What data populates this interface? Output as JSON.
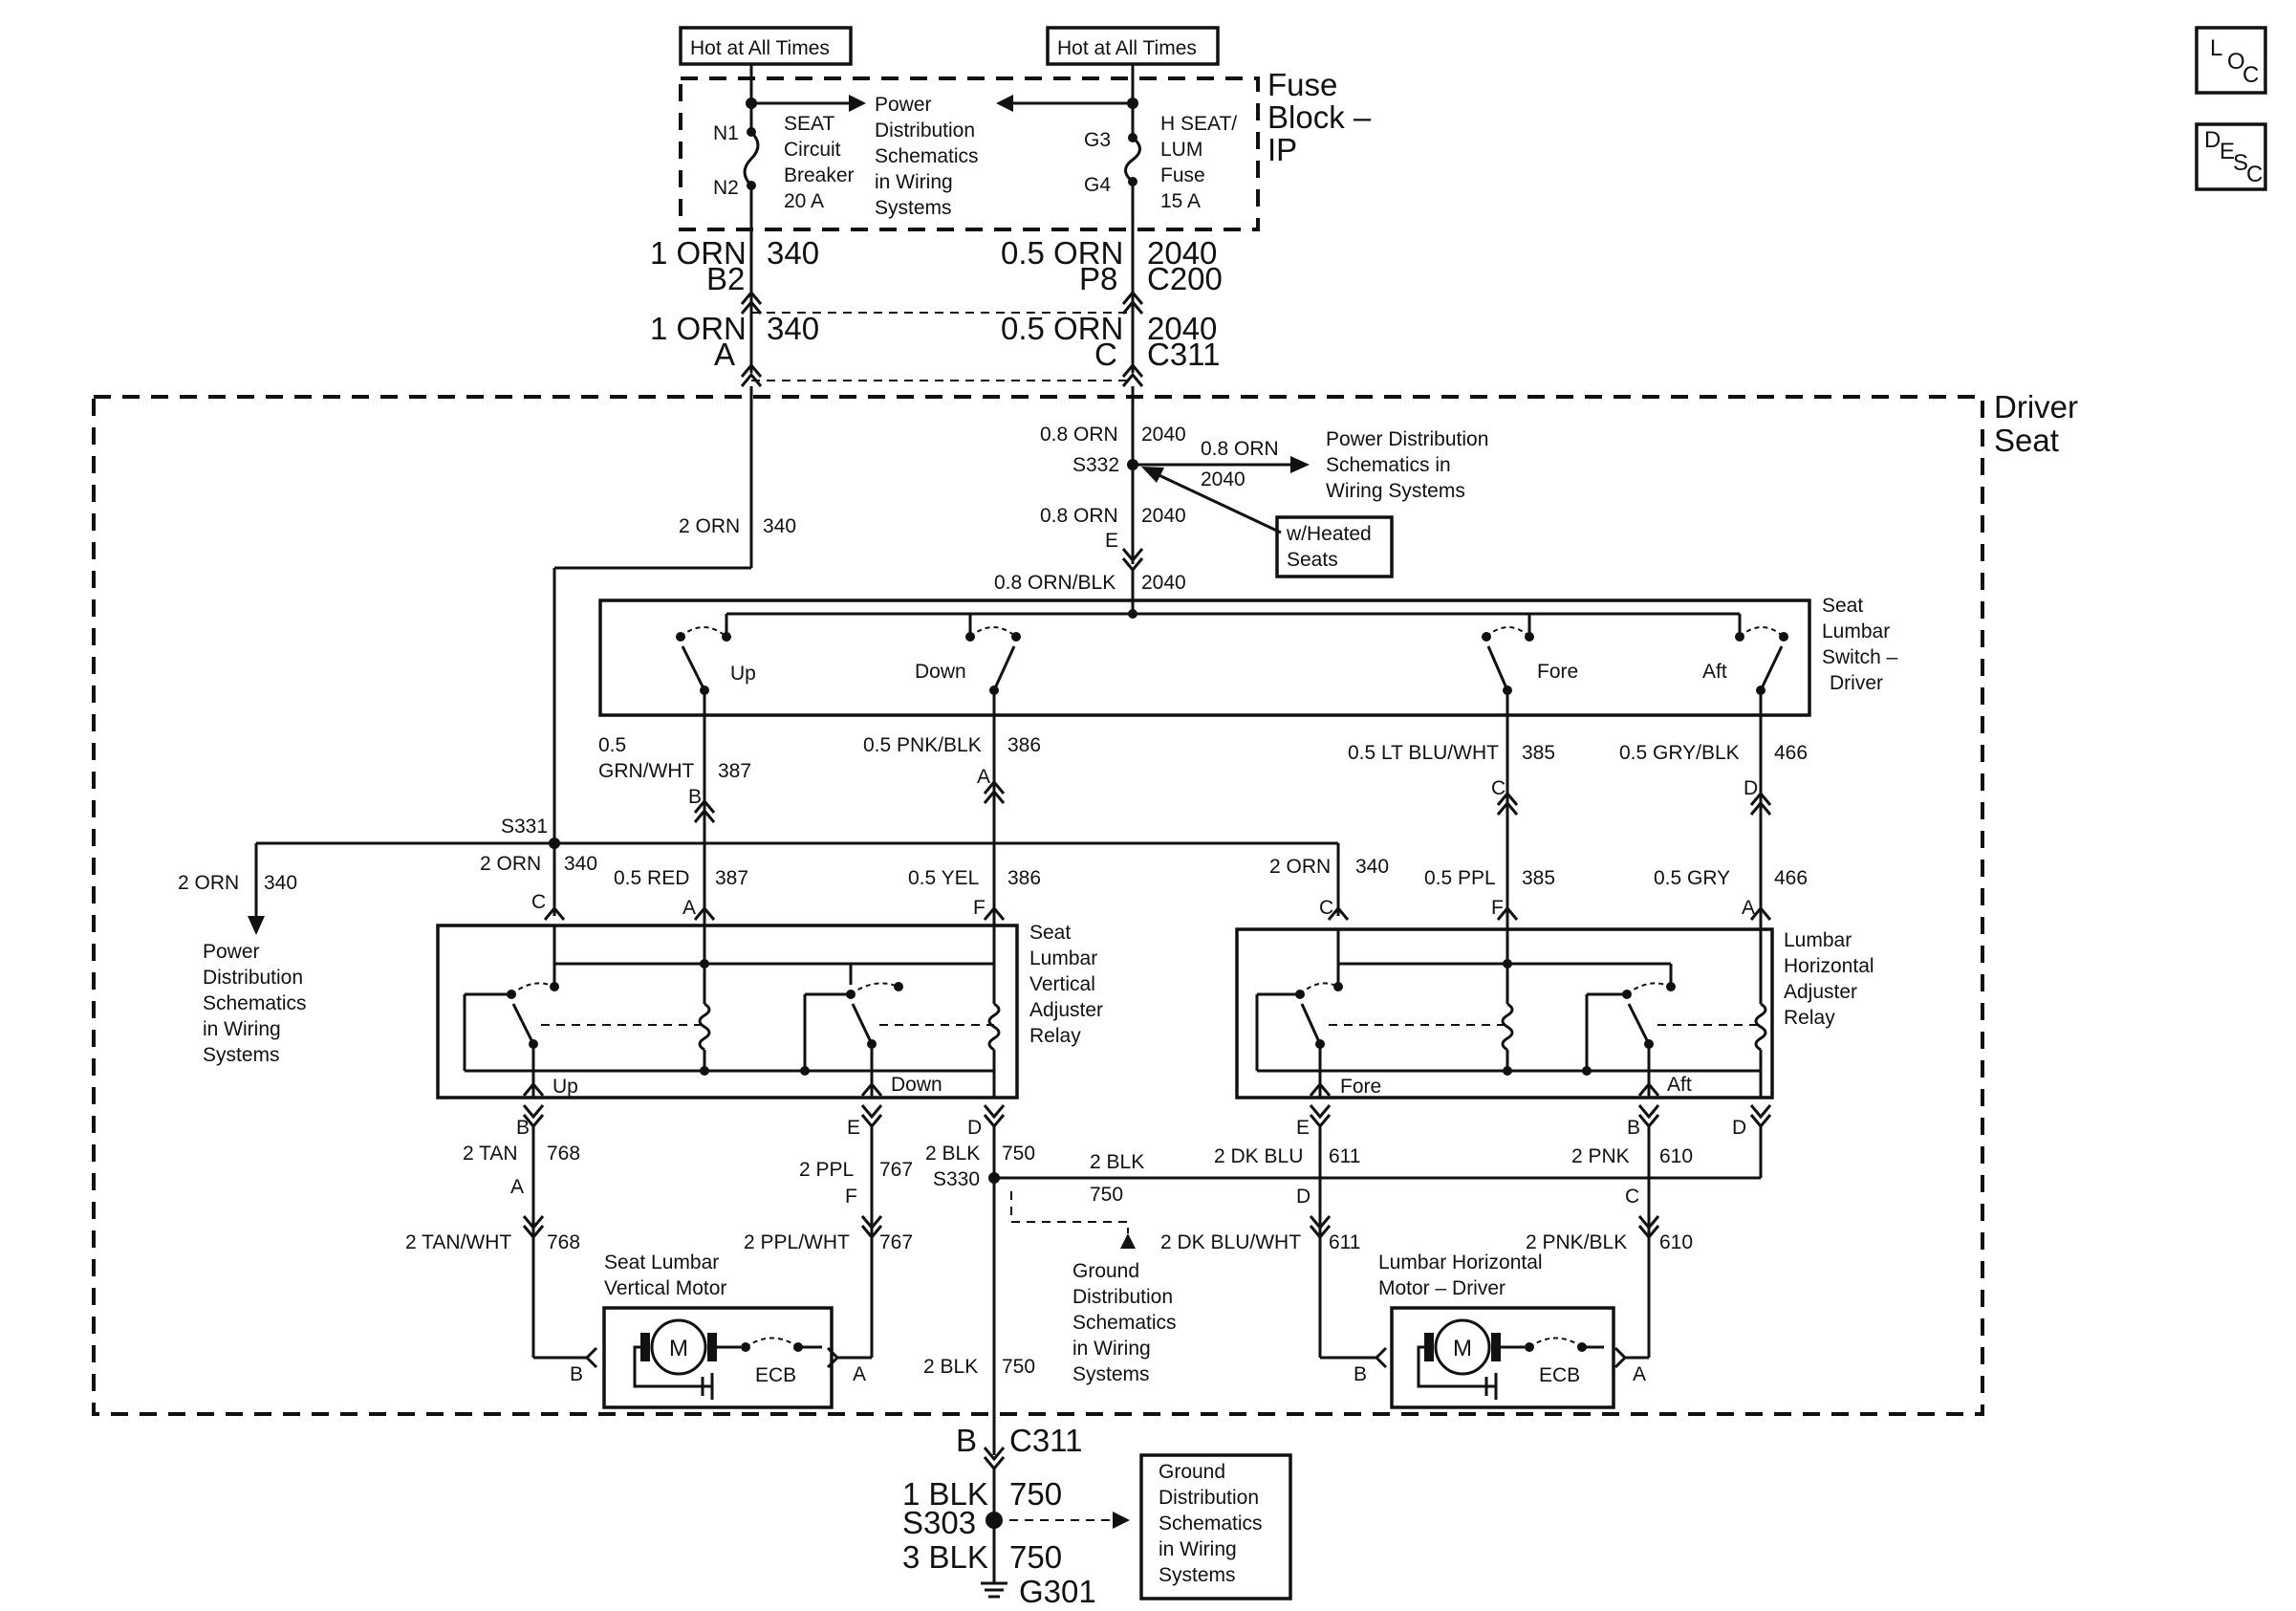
{
  "top": {
    "hot_left": "Hot at All Times",
    "hot_right": "Hot at All Times",
    "fuse_block": [
      "Fuse",
      "Block –",
      "IP"
    ],
    "breaker": [
      "SEAT",
      "Circuit",
      "Breaker",
      "20 A"
    ],
    "breaker_pins": [
      "N1",
      "N2"
    ],
    "fuse": [
      "H SEAT/",
      "LUM",
      "Fuse",
      "15 A"
    ],
    "fuse_pins": [
      "G3",
      "G4"
    ],
    "pd_ref": [
      "Power",
      "Distribution",
      "Schematics",
      "in Wiring",
      "Systems"
    ]
  },
  "connectors": {
    "c200_left_wire": "1 ORN",
    "c200_left_circuit": "340",
    "c200_left_pin": "B2",
    "c200_right_wire": "0.5 ORN",
    "c200_right_circuit": "2040",
    "c200_right_pin": "P8",
    "c200_name": "C200",
    "c311_left_wire": "1 ORN",
    "c311_left_circuit": "340",
    "c311_left_pin": "A",
    "c311_right_wire": "0.5 ORN",
    "c311_right_circuit": "2040",
    "c311_right_pin": "C",
    "c311_name": "C311"
  },
  "driver_seat": [
    "Driver",
    "Seat"
  ],
  "splice_s332": {
    "w1": "0.8 ORN",
    "c1": "2040",
    "name": "S332",
    "branch_wire": "0.8 ORN",
    "branch_circuit": "2040",
    "pd_ref": [
      "Power Distribution",
      "Schematics in",
      "Wiring Systems"
    ],
    "w2": "0.8 ORN",
    "c2": "2040",
    "pin": "E",
    "heated": [
      "w/Heated",
      "Seats"
    ],
    "w3": "0.8 ORN/BLK",
    "c3": "2040"
  },
  "feed": {
    "wire": "2 ORN",
    "circuit": "340"
  },
  "switch": {
    "name": [
      "Seat",
      "Lumbar",
      "Switch –",
      "Driver"
    ],
    "up": "Up",
    "down": "Down",
    "fore": "Fore",
    "aft": "Aft"
  },
  "switch_outputs": {
    "o1_wire": [
      "0.5",
      "GRN/WHT"
    ],
    "o1_circuit": "387",
    "o1_pin": "B",
    "o2_wire": "0.5 PNK/BLK",
    "o2_circuit": "386",
    "o2_pin": "A",
    "o3_wire": "0.5 LT BLU/WHT",
    "o3_circuit": "385",
    "o3_pin": "C",
    "o4_wire": "0.5 GRY/BLK",
    "o4_circuit": "466",
    "o4_pin": "D"
  },
  "bus": {
    "s331": "S331",
    "left_wire": "2 ORN",
    "left_circuit": "340",
    "pd_ref": [
      "Power",
      "Distribution",
      "Schematics",
      "in Wiring",
      "Systems"
    ],
    "vr_feed_wire": "2 ORN",
    "vr_feed_circuit": "340",
    "vr_feed_pin": "C",
    "vr_a_wire": "0.5 RED",
    "vr_a_circuit": "387",
    "vr_a_pin": "A",
    "vr_f_wire": "0.5 YEL",
    "vr_f_circuit": "386",
    "vr_f_pin": "F",
    "hr_feed_wire": "2 ORN",
    "hr_feed_circuit": "340",
    "hr_feed_pin": "C",
    "hr_f_wire": "0.5 PPL",
    "hr_f_circuit": "385",
    "hr_f_pin": "F",
    "hr_a_wire": "0.5 GRY",
    "hr_a_circuit": "466",
    "hr_a_pin": "A"
  },
  "vertical_relay": {
    "name": [
      "Seat",
      "Lumbar",
      "Vertical",
      "Adjuster",
      "Relay"
    ],
    "up": "Up",
    "down": "Down"
  },
  "horizontal_relay": {
    "name": [
      "Lumbar",
      "Horizontal",
      "Adjuster",
      "Relay"
    ],
    "fore": "Fore",
    "aft": "Aft"
  },
  "lower_left": {
    "pin_b": "B",
    "wire1": "2 TAN",
    "circuit1": "768",
    "pin_a": "A",
    "wire2": "2 TAN/WHT",
    "circuit2": "768",
    "pin_e": "E",
    "wire3": "2 PPL",
    "circuit3": "767",
    "pin_f": "F",
    "wire4": "2 PPL/WHT",
    "circuit4": "767",
    "pin_d": "D",
    "gnd_wire": "2 BLK",
    "gnd_circuit": "750",
    "s330": "S330",
    "bus_wire": "2 BLK",
    "bus_circuit": "750",
    "gnd_ref": [
      "Ground",
      "Distribution",
      "Schematics",
      "in Wiring",
      "Systems"
    ],
    "motor_name": [
      "Seat Lumbar",
      "Vertical Motor"
    ],
    "motor_b": "B",
    "motor_a": "A",
    "ecb": "ECB",
    "m": "M"
  },
  "lower_right": {
    "pin_e": "E",
    "wire1": "2 DK BLU",
    "circuit1": "611",
    "pin_d": "D",
    "wire2": "2 DK BLU/WHT",
    "circuit2": "611",
    "pin_b": "B",
    "wire3": "2 PNK",
    "circuit3": "610",
    "pin_c": "C",
    "wire4": "2 PNK/BLK",
    "circuit4": "610",
    "pin_d2": "D",
    "motor_name": [
      "Lumbar Horizontal",
      "Motor – Driver"
    ],
    "motor_b": "B",
    "motor_a": "A",
    "ecb": "ECB",
    "m": "M"
  },
  "ground": {
    "lower_wire": "2 BLK",
    "lower_circuit": "750",
    "pin": "B",
    "connector": "C311",
    "w1": "1 BLK",
    "c1": "750",
    "splice": "S303",
    "w2": "3 BLK",
    "c2": "750",
    "g": "G301",
    "gnd_ref": [
      "Ground",
      "Distribution",
      "Schematics",
      "in Wiring",
      "Systems"
    ]
  },
  "corner": {
    "loc": [
      "L",
      "O",
      "C"
    ],
    "desc": [
      "D",
      "E",
      "S",
      "C"
    ]
  }
}
